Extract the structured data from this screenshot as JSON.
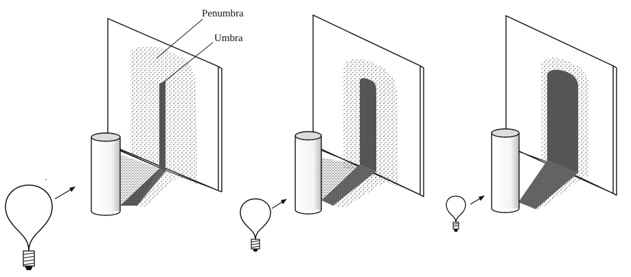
{
  "labels": {
    "penumbra": "Penumbra",
    "umbra": "Umbra"
  },
  "panels": [
    {
      "id": "large-source",
      "bulb_size": "large"
    },
    {
      "id": "medium-source",
      "bulb_size": "medium"
    },
    {
      "id": "small-source",
      "bulb_size": "small"
    }
  ],
  "colors": {
    "ink": "#111111",
    "umbra_fill": "#555555",
    "penumbra_stipple": "#333333",
    "background": "#ffffff"
  }
}
